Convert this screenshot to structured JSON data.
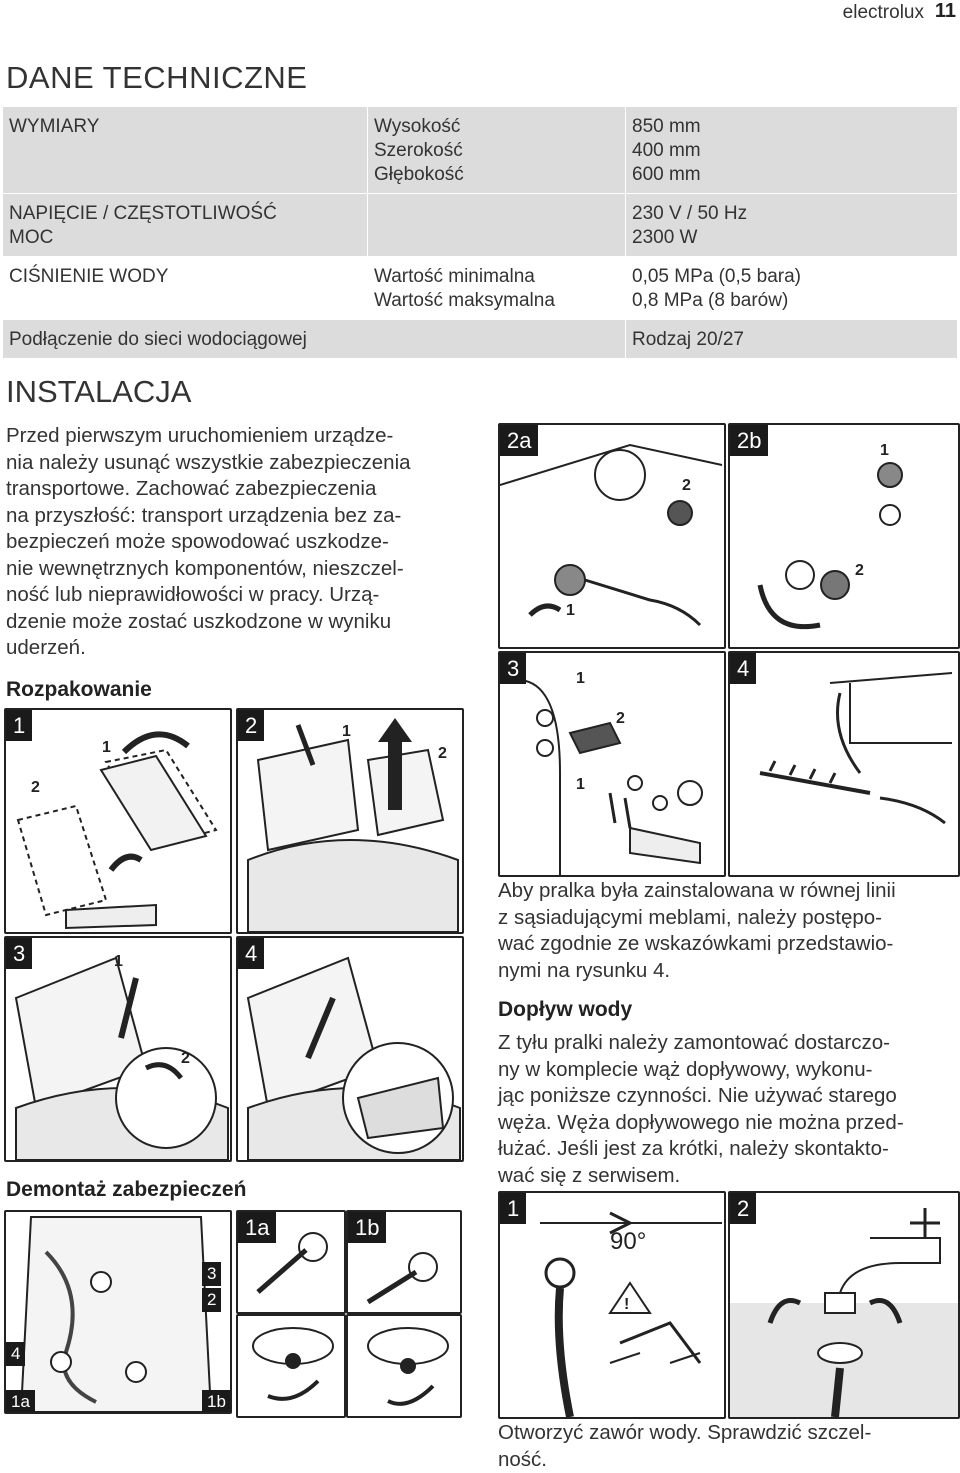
{
  "header": {
    "brand": "electrolux",
    "page": "11"
  },
  "tech": {
    "title": "DANE TECHNICZNE",
    "rows": [
      {
        "label": [
          "WYMIARY"
        ],
        "param": [
          "Wysokość",
          "Szerokość",
          "Głębokość"
        ],
        "value": [
          "850 mm",
          "400 mm",
          "600 mm"
        ]
      },
      {
        "label": [
          "NAPIĘCIE / CZĘSTOTLIWOŚĆ",
          "MOC"
        ],
        "param": [],
        "value": [
          "230 V / 50 Hz",
          "2300 W"
        ]
      },
      {
        "label": [
          "CIŚNIENIE WODY"
        ],
        "param": [
          "Wartość minimalna",
          "Wartość maksymalna"
        ],
        "value": [
          "0,05 MPa (0,5 bara)",
          "0,8 MPa (8 barów)"
        ]
      },
      {
        "label": [
          "Podłączenie do sieci wodociągowej"
        ],
        "param": [],
        "value": [
          "Rodzaj 20/27"
        ]
      }
    ]
  },
  "install": {
    "title": "INSTALACJA",
    "intro": [
      "Przed pierwszym uruchomieniem urządze-",
      "nia należy usunąć wszystkie zabezpieczenia",
      "transportowe. Zachować zabezpieczenia",
      "na przyszłość: transport urządzenia bez za-",
      "bezpieczeń może spowodować uszkodze-",
      "nie wewnętrznych komponentów, nieszczel-",
      "ność lub nieprawidłowości w pracy. Urzą-",
      "dzenie może zostać uszkodzone w wyniku",
      "uderzeń."
    ],
    "unpack_title": "Rozpakowanie",
    "removal_title": "Demontaż zabezpieczeń",
    "level_text": [
      "Aby pralka była zainstalowana w równej linii",
      "z sąsiadującymi meblami, należy postępo-",
      "wać zgodnie ze wskazówkami przedstawio-",
      "nymi na rysunku 4."
    ],
    "water_title": "Dopływ wody",
    "water_text": [
      "Z tyłu pralki należy zamontować dostarczo-",
      "ny w komplecie wąż dopływowy, wykonu-",
      "jąc poniższe czynności. Nie używać starego",
      "węża. Węża dopływowego nie można przed-",
      "łużać. Jeśli jest za krótki, należy skontakto-",
      "wać się z serwisem."
    ],
    "open_text": [
      "Otworzyć zawór wody. Sprawdzić szczel-",
      "ność."
    ]
  },
  "figures": {
    "unpack": {
      "p1": "1",
      "p2": "2",
      "p3": "3",
      "p4": "4"
    },
    "removal": {
      "a": "2a",
      "b": "2b",
      "c": "3",
      "d": "4"
    },
    "water": {
      "p1": "1",
      "p2": "2",
      "angle": "90°"
    },
    "callouts": {
      "one": "1",
      "two": "2",
      "three": "3",
      "four": "4",
      "oneA": "1a",
      "oneB": "1b"
    }
  }
}
